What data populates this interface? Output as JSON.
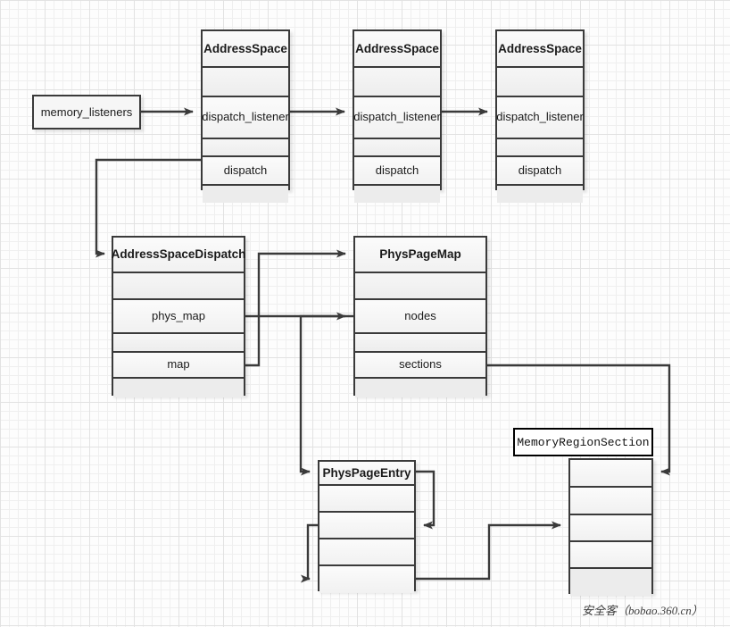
{
  "diagram": {
    "title": "QEMU AddressSpace / PhysPageMap structure diagram",
    "background": "#fdfdfd",
    "grid_minor_color": "#efefef",
    "grid_major_color": "#e2e2e2",
    "edge_color": "#3a3a3a",
    "node_border_color": "#3a3a3a"
  },
  "nodes": {
    "memory_listeners": {
      "label": "memory_listeners"
    },
    "address_space_1": {
      "title": "AddressSpace",
      "rows": [
        "",
        "dispatch_listener",
        "",
        "dispatch",
        ""
      ]
    },
    "address_space_2": {
      "title": "AddressSpace",
      "rows": [
        "",
        "dispatch_listener",
        "",
        "dispatch",
        ""
      ]
    },
    "address_space_3": {
      "title": "AddressSpace",
      "rows": [
        "",
        "dispatch_listener",
        "",
        "dispatch",
        ""
      ]
    },
    "address_space_dispatch": {
      "title": "AddressSpaceDispatch",
      "rows": [
        "",
        "phys_map",
        "",
        "map",
        ""
      ]
    },
    "phys_page_map": {
      "title": "PhysPageMap",
      "rows": [
        "",
        "nodes",
        "",
        "sections",
        ""
      ]
    },
    "phys_page_entry": {
      "title": "PhysPageEntry",
      "rows": [
        "",
        "",
        "",
        ""
      ]
    },
    "memory_region_section_caption": {
      "label": "MemoryRegionSection"
    },
    "memory_region_section_table": {
      "rows": [
        "",
        "",
        "",
        "",
        ""
      ]
    }
  },
  "edges": [
    {
      "name": "memory-listeners-to-address-space-1",
      "from": "memory_listeners",
      "to": "address_space_1.dispatch_listener"
    },
    {
      "name": "address-space-1-to-address-space-2",
      "from": "address_space_1.dispatch_listener",
      "to": "address_space_2.dispatch_listener"
    },
    {
      "name": "address-space-2-to-address-space-3",
      "from": "address_space_2.dispatch_listener",
      "to": "address_space_3.dispatch_listener"
    },
    {
      "name": "dispatch-to-address-space-dispatch",
      "from": "address_space_1.dispatch",
      "to": "address_space_dispatch.title"
    },
    {
      "name": "phys-map-to-phys-page-map",
      "from": "address_space_dispatch.phys_map",
      "to": "phys_page_map.title"
    },
    {
      "name": "map-to-phys-page-map-nodes",
      "from": "address_space_dispatch.map",
      "to": "phys_page_map.nodes"
    },
    {
      "name": "nodes-to-phys-page-entry",
      "from": "phys_page_map.nodes",
      "to": "phys_page_entry.title"
    },
    {
      "name": "sections-to-memory-region-section",
      "from": "phys_page_map.sections",
      "to": "memory_region_section_table.row1"
    },
    {
      "name": "phys-page-entry-self-loop",
      "from": "phys_page_entry.title",
      "to": "phys_page_entry.row2"
    },
    {
      "name": "phys-page-entry-left-loop",
      "from": "phys_page_entry.row2",
      "to": "phys_page_entry.row4"
    },
    {
      "name": "phys-page-entry-to-memory-region-section",
      "from": "phys_page_entry.row4",
      "to": "memory_region_section_table.row3"
    }
  ],
  "watermark": {
    "text": "安全客（bobao.360.cn）"
  }
}
